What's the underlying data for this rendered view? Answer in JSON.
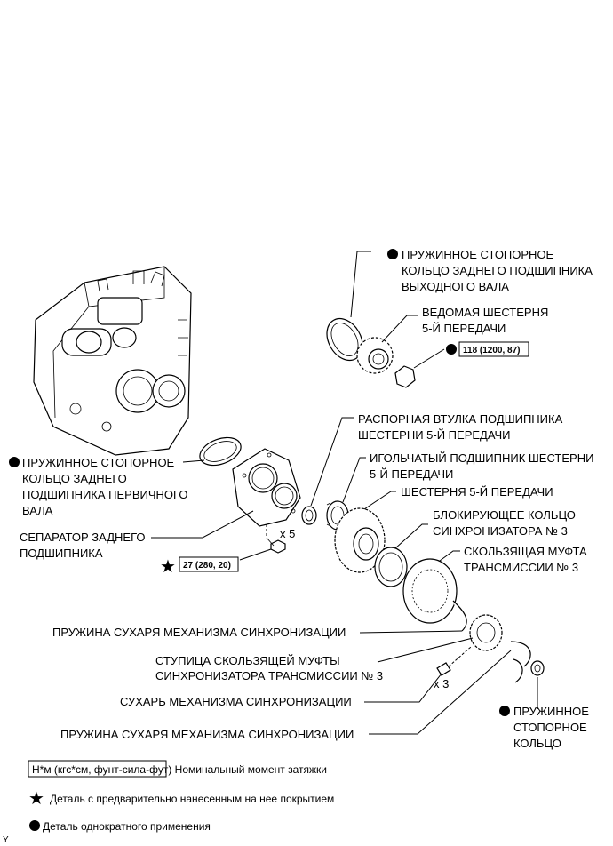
{
  "labels": {
    "rear_bearing_snap_ring_output": [
      "ПРУЖИННОЕ СТОПОРНОЕ",
      "КОЛЬЦО ЗАДНЕГО ПОДШИПНИКА",
      "ВЫХОДНОГО ВАЛА"
    ],
    "driven_gear_5th": [
      "ВЕДОМАЯ ШЕСТЕРНЯ",
      "5-Й ПЕРЕДАЧИ"
    ],
    "torque_nut": "118 (1200, 87)",
    "spacer": [
      "РАСПОРНАЯ ВТУЛКА ПОДШИПНИКА",
      "ШЕСТЕРНИ 5-Й ПЕРЕДАЧИ"
    ],
    "needle_bearing": [
      "ИГОЛЬЧАТЫЙ ПОДШИПНИК ШЕСТЕРНИ",
      "5-Й ПЕРЕДАЧИ"
    ],
    "gear_5th": "ШЕСТЕРНЯ 5-Й ПЕРЕДАЧИ",
    "blocking_ring": [
      "БЛОКИРУЮЩЕЕ КОЛЬЦО",
      "СИНХРОНИЗАТОРА № 3"
    ],
    "sleeve": [
      "СКОЛЬЗЯЩАЯ МУФТА",
      "ТРАНСМИССИИ № 3"
    ],
    "rear_bearing_snap_ring_input": [
      "ПРУЖИННОЕ СТОПОРНОЕ",
      "КОЛЬЦО ЗАДНЕГО",
      "ПОДШИПНИКА ПЕРВИЧНОГО",
      "ВАЛА"
    ],
    "retainer": [
      "СЕПАРАТОР ЗАДНЕГО",
      "ПОДШИПНИКА"
    ],
    "bolt_count": "x 5",
    "torque_bolt": "27 (280, 20)",
    "spring_1": "ПРУЖИНА СУХАРЯ МЕХАНИЗМА СИНХРОНИЗАЦИИ",
    "hub": [
      "СТУПИЦА СКОЛЬЗЯЩЕЙ МУФТЫ",
      "СИНХРОНИЗАТОРА ТРАНСМИССИИ № 3"
    ],
    "key_count": "x 3",
    "shifting_key": "СУХАРЬ МЕХАНИЗМА СИНХРОНИЗАЦИИ",
    "spring_2": "ПРУЖИНА СУХАРЯ МЕХАНИЗМА СИНХРОНИЗАЦИИ",
    "snap_ring": [
      "ПРУЖИННОЕ",
      "СТОПОРНОЕ",
      "КОЛЬЦО"
    ]
  },
  "legend": {
    "torque_box": "Н*м (кгс*см, фунт-сила-фут)",
    "torque_text": ": Номинальный момент затяжки",
    "precoated_text": "Деталь с предварительно нанесенным на нее покрытием",
    "nonreusable_text": "Деталь однократного применения"
  },
  "corner_mark": "Y"
}
